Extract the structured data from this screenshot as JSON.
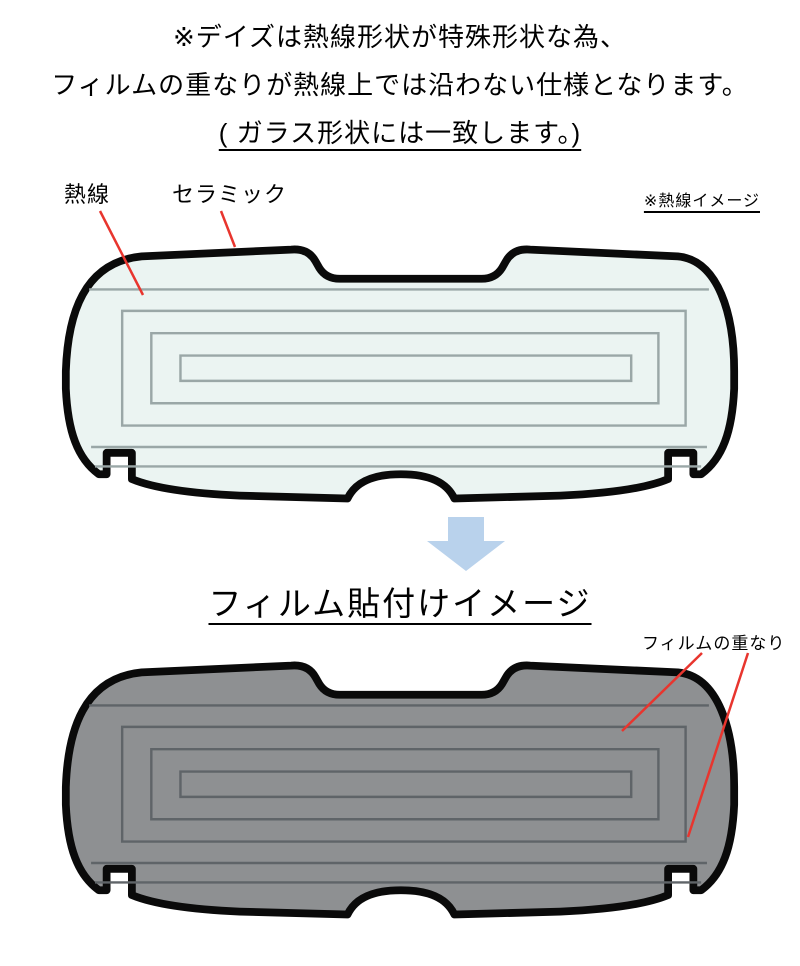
{
  "header": {
    "line1": "※デイズは熱線形状が特殊形状な為、",
    "line2": "フィルムの重なりが熱線上では沿わない仕様となります。",
    "line3": "( ガラス形状には一致します。)"
  },
  "figure1": {
    "label_heatwire": "熱線",
    "label_ceramic": "セラミック",
    "caption": "※熱線イメージ"
  },
  "figure2": {
    "title": "フィルム貼付けイメージ",
    "label_overlap": "フィルムの重なり"
  },
  "colors": {
    "glass1_fill": "#ebf4f2",
    "glass1_wire": "#9aa7a7",
    "glass2_fill": "#8e9092",
    "glass2_wire": "#5f6468",
    "outline": "#0a0a0a",
    "annotation_red": "#e8352e",
    "arrow_blue": "#b9d2ec"
  }
}
